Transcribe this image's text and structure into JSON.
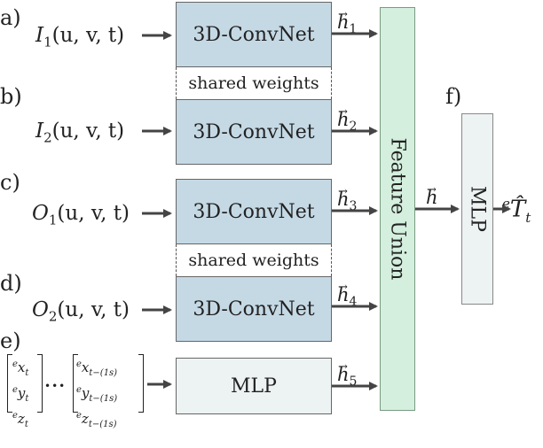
{
  "panel_labels": [
    "a)",
    "b)",
    "c)",
    "d)",
    "e)",
    "f)"
  ],
  "inputs": [
    {
      "sym": "I",
      "sub": "1",
      "args": "(u, v, t)"
    },
    {
      "sym": "I",
      "sub": "2",
      "args": "(u, v, t)"
    },
    {
      "sym": "O",
      "sub": "1",
      "args": "(u, v, t)"
    },
    {
      "sym": "O",
      "sub": "2",
      "args": "(u, v, t)"
    }
  ],
  "convnet_label": "3D-ConvNet",
  "shared_weights_label": "shared weights",
  "mlp_label": "MLP",
  "feature_union_label": "Feature Union",
  "features": [
    {
      "sym": "h",
      "sub": "1"
    },
    {
      "sym": "h",
      "sub": "2"
    },
    {
      "sym": "h",
      "sub": "3"
    },
    {
      "sym": "h",
      "sub": "4"
    },
    {
      "sym": "h",
      "sub": "5"
    }
  ],
  "union_feature": {
    "sym": "h"
  },
  "traj_vector_start": [
    {
      "sup": "e",
      "sym": "x",
      "sub": "t"
    },
    {
      "sup": "e",
      "sym": "y",
      "sub": "t"
    },
    {
      "sup": "e",
      "sym": "z",
      "sub": "t"
    }
  ],
  "traj_ellipsis": "•••",
  "traj_vector_end": [
    {
      "sup": "e",
      "sym": "x",
      "sub": "t−(1s)"
    },
    {
      "sup": "e",
      "sym": "y",
      "sub": "t−(1s)"
    },
    {
      "sup": "e",
      "sym": "z",
      "sub": "t−(1s)"
    }
  ],
  "output": {
    "sup": "e",
    "sym": "T̂",
    "sub": "t"
  },
  "colors": {
    "convnet": "#c5d9e5",
    "mlp": "#edf2f2",
    "union": "#d4efdd",
    "arrow": "#444444"
  }
}
